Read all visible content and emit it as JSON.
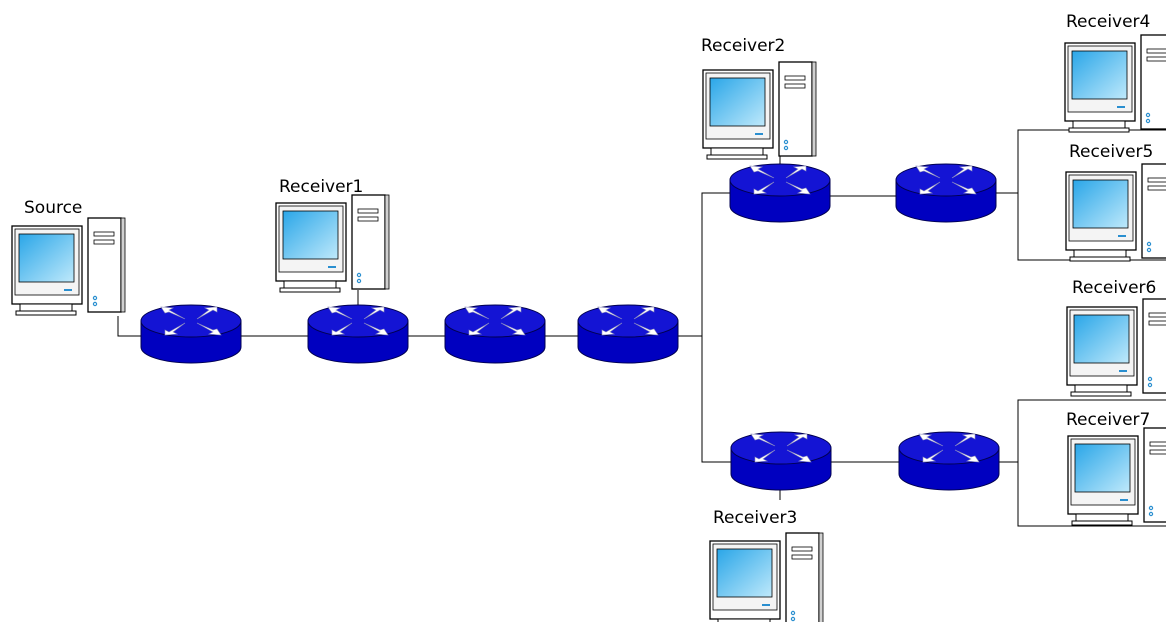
{
  "labels": {
    "source": "Source",
    "receiver1": "Receiver1",
    "receiver2": "Receiver2",
    "receiver3": "Receiver3",
    "receiver4": "Receiver4",
    "receiver5": "Receiver5",
    "receiver6": "Receiver6",
    "receiver7": "Receiver7"
  },
  "colors": {
    "router_body": "#0000c8",
    "router_top": "#1010d8",
    "router_edge": "#000060",
    "screen": "#4fb8ee",
    "case": "#ffffff"
  }
}
